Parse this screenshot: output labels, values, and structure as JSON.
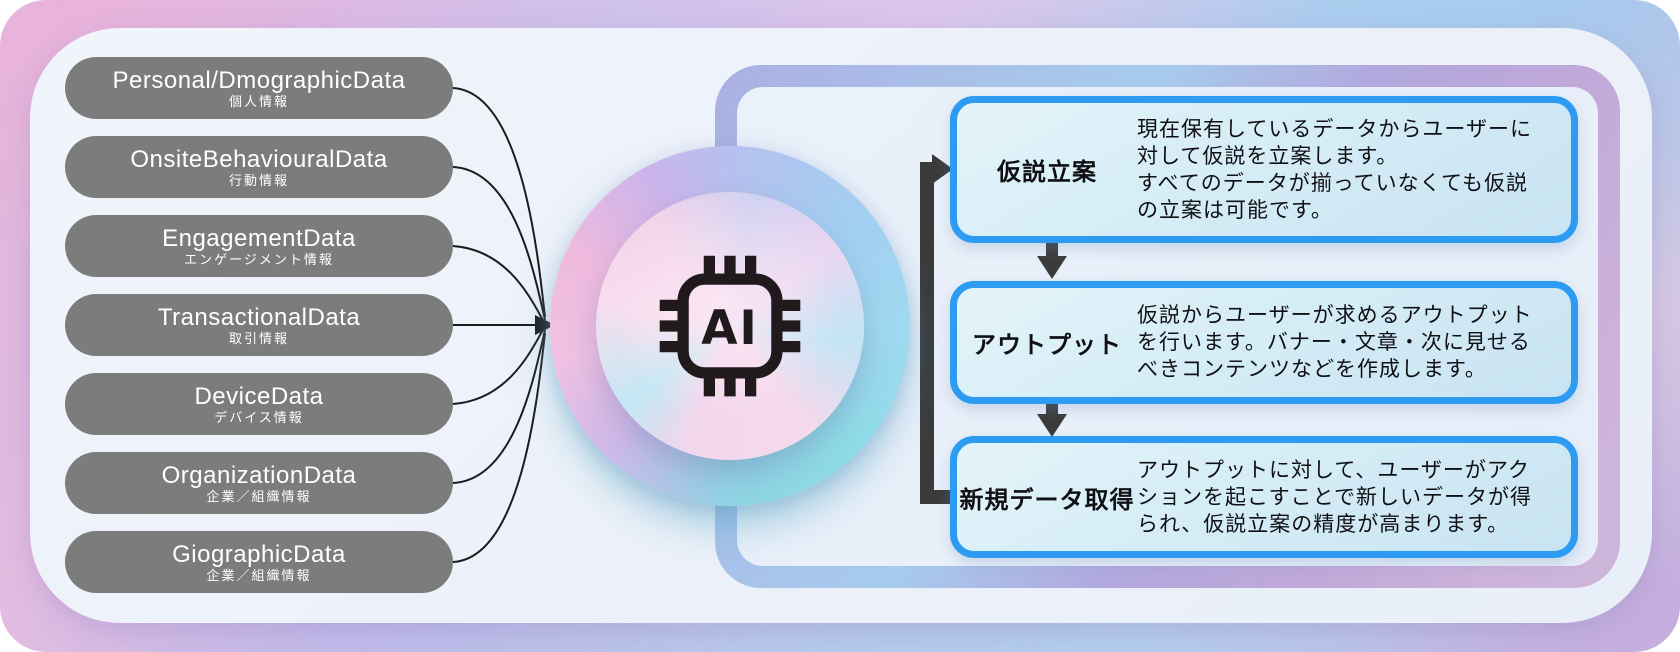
{
  "pills": [
    {
      "en": "Personal/DmographicData",
      "jp": "個人情報"
    },
    {
      "en": "OnsiteBehaviouralData",
      "jp": "行動情報"
    },
    {
      "en": "EngagementData",
      "jp": "エンゲージメント情報"
    },
    {
      "en": "TransactionalData",
      "jp": "取引情報"
    },
    {
      "en": "DeviceData",
      "jp": "デバイス情報"
    },
    {
      "en": "OrganizationData",
      "jp": "企業／組織情報"
    },
    {
      "en": "GiographicData",
      "jp": "企業／組織情報"
    }
  ],
  "ai": {
    "label": "AI"
  },
  "steps": [
    {
      "title": "仮説立案",
      "desc": "現在保有しているデータからユーザーに\n対して仮説を立案します。\nすべてのデータが揃っていなくても仮説\nの立案は可能です。"
    },
    {
      "title": "アウトプット",
      "desc": "仮説からユーザーが求めるアウトプット\nを行います。バナー・文章・次に見せる\nべきコンテンツなどを作成します。"
    },
    {
      "title": "新規データ取得",
      "desc": "アウトプットに対して、ユーザーがアク\nションを起こすことで新しいデータが得\nられ、仮説立案の精度が高まります。"
    }
  ],
  "colors": {
    "accent_blue": "#2e9bf2",
    "pill_gray": "#7c7c7c",
    "arrow_dark": "#3b3b3b",
    "line_dark": "#1c1c1c",
    "frame_purple": "#b2a9de"
  }
}
